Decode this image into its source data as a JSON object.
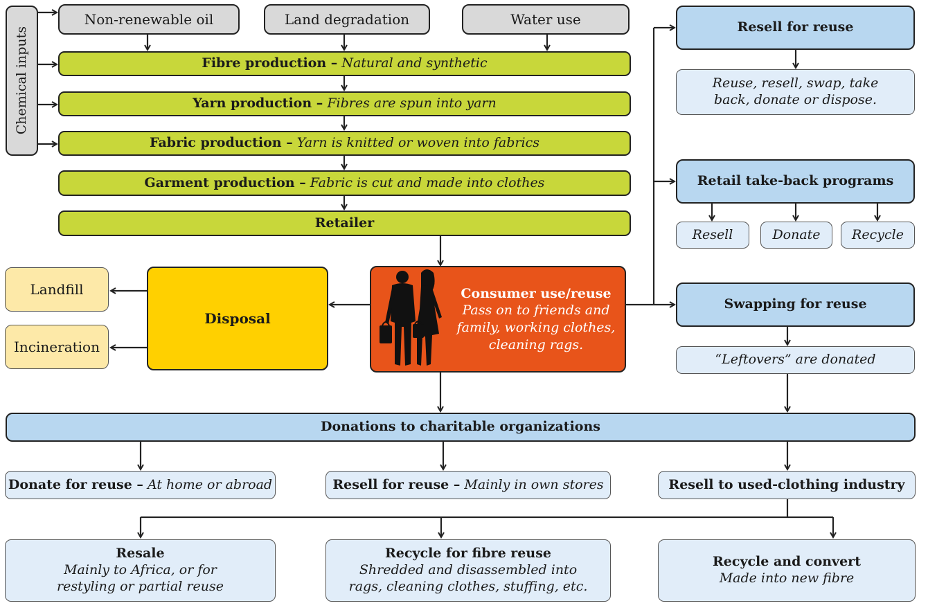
{
  "inputs": {
    "chemical": "Chemical inputs",
    "oil": "Non-renewable oil",
    "land": "Land degradation",
    "water": "Water use"
  },
  "production": {
    "fibre": {
      "title": "Fibre production –",
      "desc": "Natural and synthetic"
    },
    "yarn": {
      "title": "Yarn production –",
      "desc": "Fibres are spun into yarn"
    },
    "fabric": {
      "title": "Fabric production –",
      "desc": "Yarn is knitted or woven into fabrics"
    },
    "garment": {
      "title": "Garment production –",
      "desc": "Fabric is cut and made into clothes"
    },
    "retailer": "Retailer"
  },
  "consumer": {
    "title": "Consumer use/reuse",
    "desc": "Pass on to friends and family, working clothes, cleaning rags."
  },
  "disposal": {
    "title": "Disposal",
    "landfill": "Landfill",
    "incineration": "Incineration"
  },
  "resell_reuse": {
    "title": "Resell for reuse",
    "desc": "Reuse, resell, swap, take back, donate or dispose."
  },
  "takeback": {
    "title": "Retail take-back programs",
    "options": [
      "Resell",
      "Donate",
      "Recycle"
    ]
  },
  "swapping": {
    "title": "Swapping for reuse",
    "desc": "“Leftovers” are donated"
  },
  "donations": {
    "title": "Donations to charitable organizations",
    "donate": {
      "title": "Donate for reuse –",
      "desc": "At home or abroad"
    },
    "resell": {
      "title": "Resell for reuse –",
      "desc": "Mainly in own stores"
    },
    "industry": "Resell to used-clothing industry"
  },
  "outcomes": {
    "resale": {
      "title": "Resale",
      "desc": "Mainly to Africa, or for restyling or partial reuse"
    },
    "fibre_reuse": {
      "title": "Recycle for fibre reuse",
      "desc": "Shredded and disassembled into rags, cleaning clothes, stuffing, etc."
    },
    "convert": {
      "title": "Recycle and convert",
      "desc": "Made into new fibre"
    }
  },
  "colors": {
    "gray": "#d9d9d9",
    "green": "#c8d73a",
    "orange": "#e8541a",
    "yellow": "#ffd000",
    "blue": "#b8d7f0",
    "light_blue": "#e1edf9",
    "light_tan": "#fde9a8"
  }
}
